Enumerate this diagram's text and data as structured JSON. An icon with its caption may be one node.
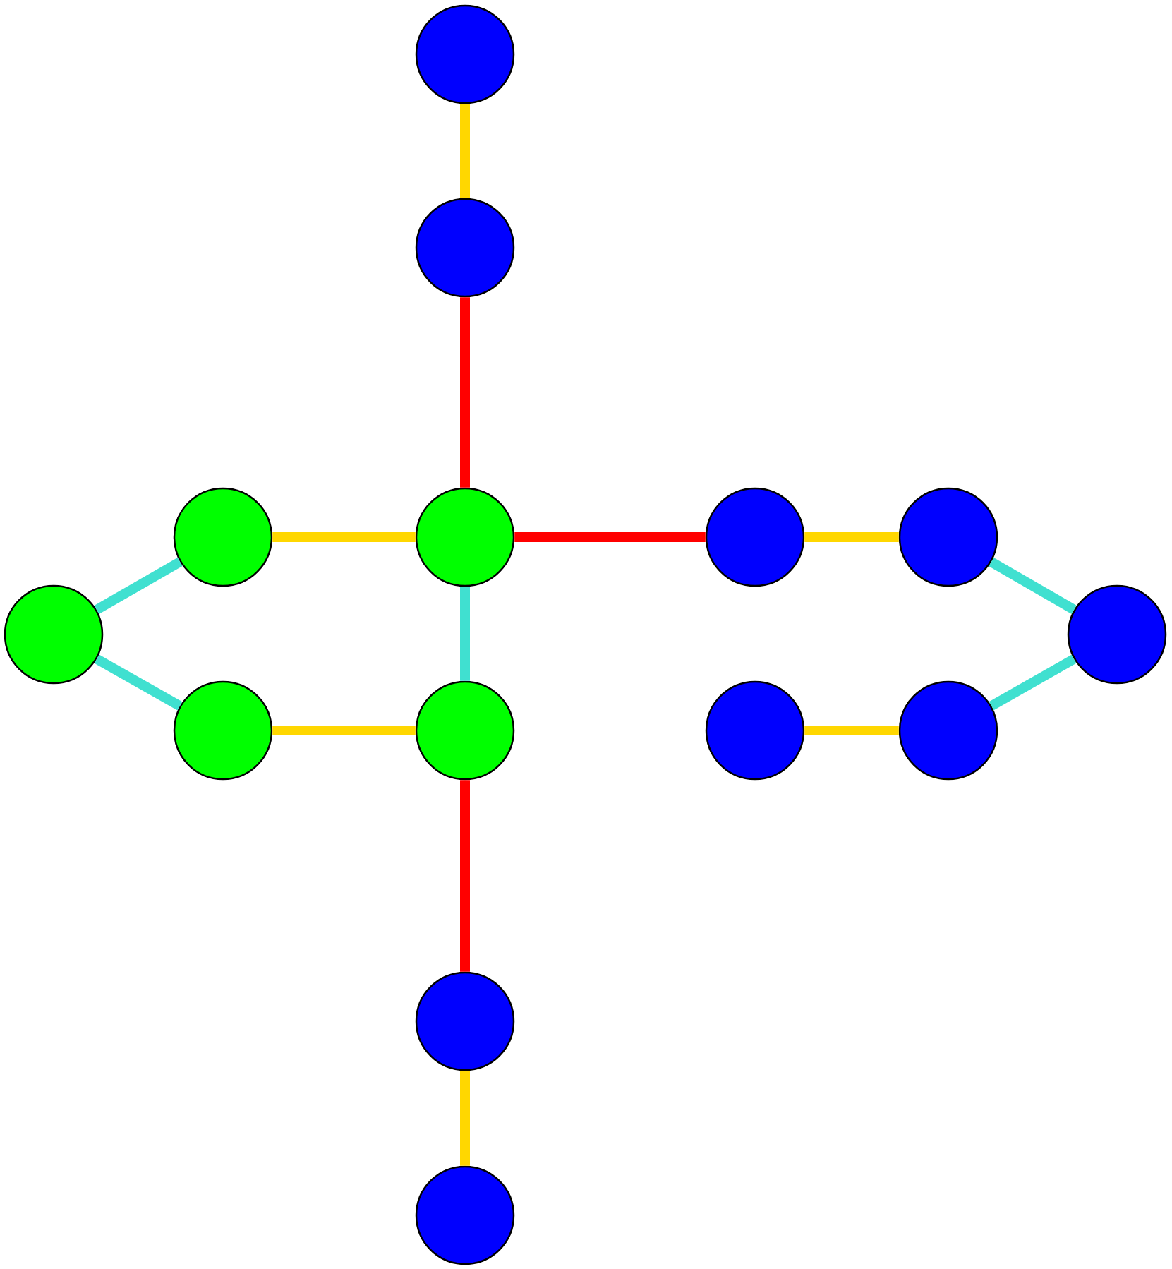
{
  "diagram": {
    "nodes": [
      {
        "text": [],
        "shape": "circle"
      },
      {
        "text": [],
        "shape": "circle"
      },
      {
        "text": [],
        "shape": "circle"
      },
      {
        "text": [],
        "shape": "circle"
      },
      {
        "text": [],
        "shape": "circle"
      },
      {
        "text": [],
        "shape": "circle"
      },
      {
        "text": [],
        "shape": "circle"
      },
      {
        "text": [],
        "shape": "circle"
      },
      {
        "text": [],
        "shape": "circle"
      },
      {
        "text": [],
        "shape": "circle"
      },
      {
        "text": [],
        "shape": "circle"
      },
      {
        "text": [],
        "shape": "circle"
      },
      {
        "text": [],
        "shape": "circle"
      },
      {
        "text": [],
        "shape": "circle"
      }
    ],
    "edges": [
      {
        "from": 0,
        "to": 1,
        "arrow": "none"
      },
      {
        "from": 1,
        "to": 3,
        "arrow": "none",
        "color": "#ff0000"
      },
      {
        "from": 2,
        "to": 3,
        "arrow": "none"
      },
      {
        "from": 3,
        "to": 4,
        "arrow": "none",
        "color": "#ff0000"
      },
      {
        "from": 4,
        "to": 5,
        "arrow": "none"
      },
      {
        "from": 5,
        "to": 7,
        "arrow": "none",
        "color": "#40e0d0"
      },
      {
        "from": 6,
        "to": 2,
        "arrow": "none",
        "color": "#40e0d0"
      },
      {
        "from": 6,
        "to": 8,
        "arrow": "none",
        "color": "#40e0d0"
      },
      {
        "from": 3,
        "to": 9,
        "arrow": "none",
        "color": "#40e0d0"
      },
      {
        "from": 8,
        "to": 9,
        "arrow": "none"
      },
      {
        "from": 10,
        "to": 11,
        "arrow": "none"
      },
      {
        "from": 11,
        "to": 7,
        "arrow": "none",
        "color": "#40e0d0"
      },
      {
        "from": 9,
        "to": 12,
        "arrow": "none",
        "color": "#ff0000"
      },
      {
        "from": 12,
        "to": 13,
        "arrow": "none"
      }
    ]
  }
}
